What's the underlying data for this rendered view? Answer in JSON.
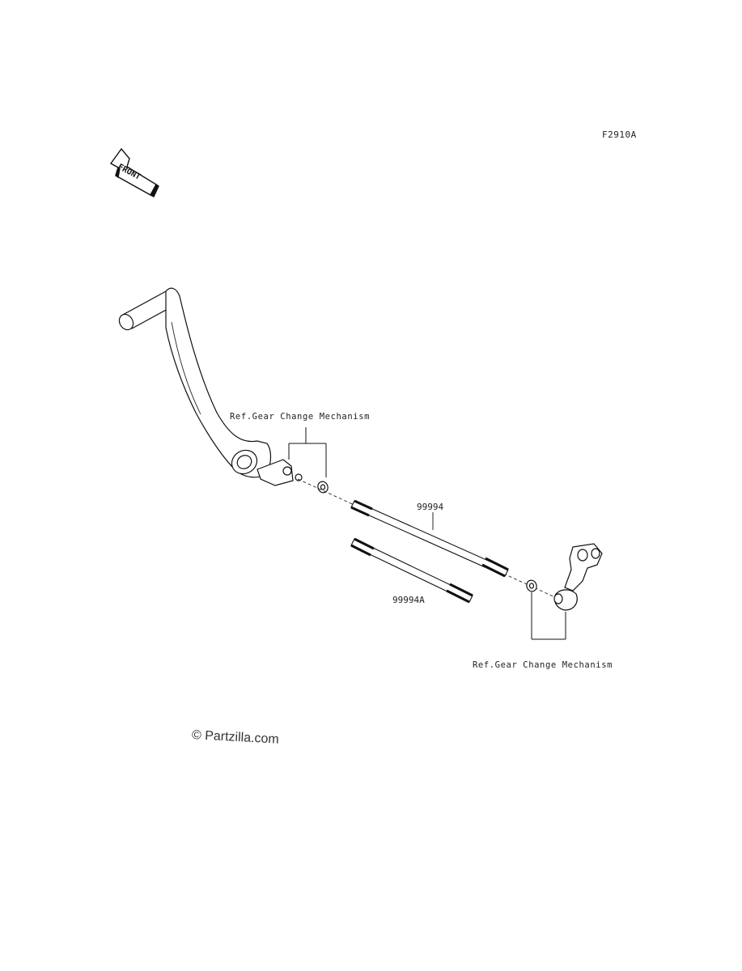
{
  "diagram": {
    "code": "F2910A",
    "front_label": "FRONT",
    "refs": {
      "upper": "Ref.Gear Change Mechanism",
      "lower": "Ref.Gear Change Mechanism"
    },
    "parts": {
      "rod": "99994",
      "rod_alt": "99994A"
    },
    "watermark": "© Partzilla.com",
    "footer": {
      "line1": "",
      "line2": ""
    }
  }
}
